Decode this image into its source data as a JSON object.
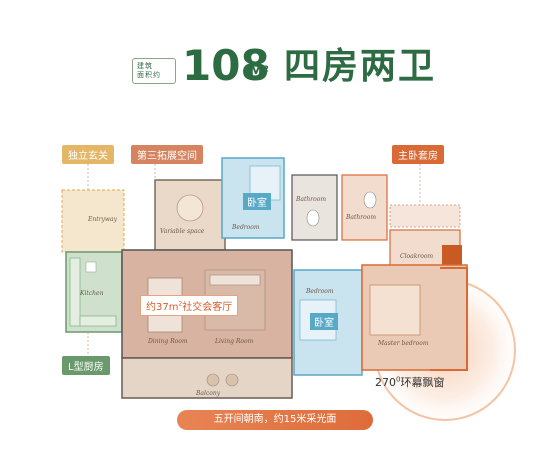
{
  "header": {
    "badge_line1": "建筑",
    "badge_line2": "面积约",
    "area_value": "108",
    "area_unit": "M²",
    "layout_name": "四房两卫"
  },
  "callouts": {
    "entrance": "独立玄关",
    "third_space": "第三拓展空间",
    "master_suite": "主卧套房",
    "l_kitchen": "L型厨房",
    "bedroom_a": "卧室",
    "bedroom_b": "卧室",
    "social_prefix": "约37m",
    "social_sup": "2",
    "social_suffix": "社交会客厅",
    "window_prefix": "270",
    "window_sup": "0",
    "window_suffix": "环幕飘窗",
    "bottom_note": "五开间朝南，约15米采光面"
  },
  "rooms": {
    "entryway": "Entryway",
    "variable_space": "Variable space",
    "bedroom_top": "Bedroom",
    "bathroom_1": "Bathroom",
    "bathroom_2": "Bathroom",
    "cloakroom": "Cloakroom",
    "kitchen": "Kitchen",
    "dining": "Dining Room",
    "living": "Living Room",
    "balcony": "Balcony",
    "bedroom_mid": "Bedroom",
    "master_bedroom": "Master bedroom"
  },
  "colors": {
    "brand_green": "#2d6b43",
    "accent_orange": "#d96a35",
    "bedroom_blue": "#58a8c6"
  }
}
